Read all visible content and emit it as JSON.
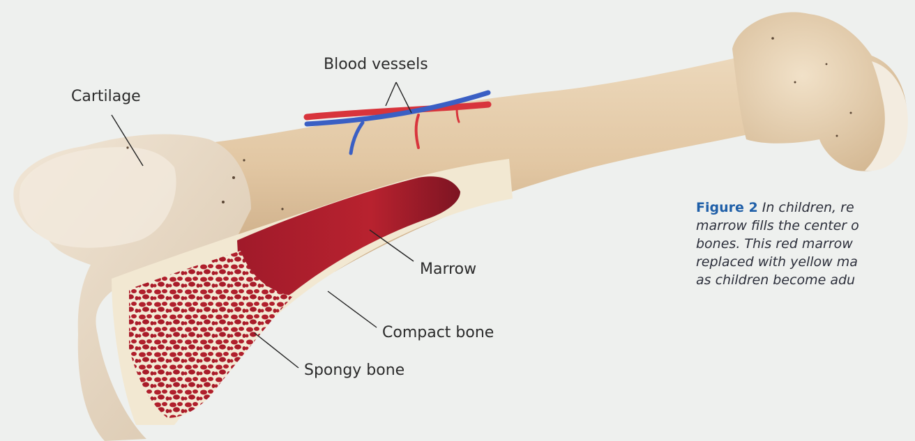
{
  "labels": {
    "cartilage": "Cartilage",
    "blood_vessels": "Blood vessels",
    "marrow": "Marrow",
    "compact_bone": "Compact bone",
    "spongy_bone": "Spongy bone"
  },
  "caption": {
    "figure_label": "Figure 2",
    "lines": [
      "In children, re",
      "marrow fills the center o",
      "bones. This red marrow",
      "replaced with yellow ma",
      "as children become adu"
    ]
  },
  "colors": {
    "bone": "#e6cfb0",
    "cartilage": "#efe6d8",
    "marrow": "#b3202e",
    "artery": "#d8343c",
    "vein": "#3a5fc4",
    "figure_label": "#1f5fa8"
  }
}
